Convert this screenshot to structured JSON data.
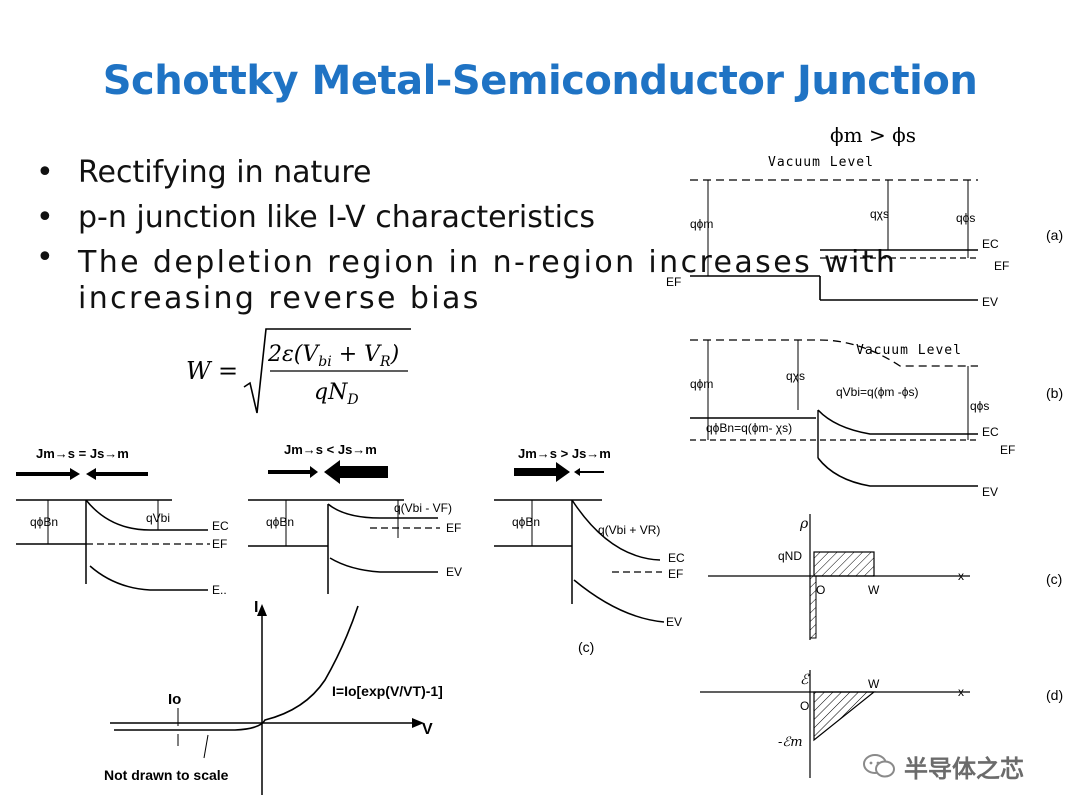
{
  "title": "Schottky Metal-Semiconductor Junction",
  "bullets": [
    "Rectifying in nature",
    "p-n junction like I-V characteristics",
    "The depletion region in n-region  increases with increasing reverse  bias"
  ],
  "formula": {
    "lhs": "W",
    "eq": "=",
    "numerator": "2ε(V",
    "num_sub1": "bi",
    "num_mid": " + V",
    "num_sub2": "R",
    "num_end": ")",
    "denominator": "qN",
    "den_sub": "D"
  },
  "right_panel": {
    "condition": "ϕm > ϕs",
    "vacuum_a": "Vacuum Level",
    "vacuum_b": "Vacuum Level",
    "qphim": "qϕm",
    "qchis": "qχs",
    "qphis": "qϕs",
    "qvbi_b": "qVbi=q(ϕm -ϕs)",
    "qphibn_b": "qϕBn=q(ϕm- χs)",
    "ec": "EC",
    "ef": "EF",
    "ev": "EV",
    "rho": "ρ",
    "qnd": "qND",
    "origin": "O",
    "w": "W",
    "x": "x",
    "efield": "ℰ",
    "em": "-ℰm",
    "labels": [
      "(a)",
      "(b)",
      "(c)",
      "(d)"
    ]
  },
  "bias_diagrams": {
    "eq_label": "Jm→s = Js→m",
    "fwd_label": "Jm→s < Js→m",
    "rev_label": "Jm→s > Js→m",
    "qphibn": "qϕBn",
    "qvbi": "qVbi",
    "qvbi_vf": "q(Vbi - VF)",
    "qvbi_vr": "q(Vbi + VR)",
    "ec": "EC",
    "ef": "EF",
    "ev_cut": "E..",
    "ev": "EV",
    "label_c": "(c)"
  },
  "iv_plot": {
    "i_axis": "I",
    "v_axis": "V",
    "io": "Io",
    "equation": "I=Io[exp(V/VT)-1]",
    "note": "Not drawn to scale"
  },
  "watermark": "半导体之芯"
}
